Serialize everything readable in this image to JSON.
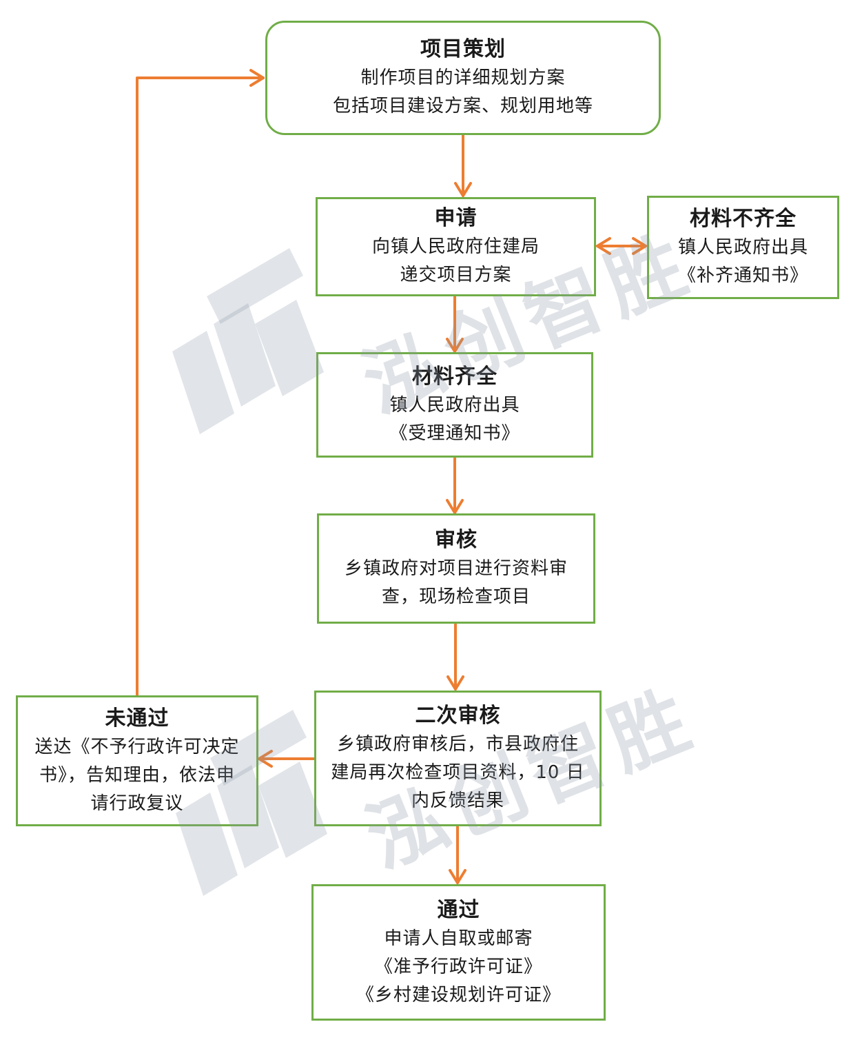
{
  "nodes": {
    "planning": {
      "title": "项目策划",
      "lines": [
        "制作项目的详细规划方案",
        "包括项目建设方案、规划用地等"
      ]
    },
    "apply": {
      "title": "申请",
      "lines": [
        "向镇人民政府住建局",
        "递交项目方案"
      ]
    },
    "incomplete": {
      "title": "材料不齐全",
      "lines": [
        "镇人民政府出具",
        "《补齐通知书》"
      ]
    },
    "complete": {
      "title": "材料齐全",
      "lines": [
        "镇人民政府出具",
        "《受理通知书》"
      ]
    },
    "review": {
      "title": "审核",
      "lines": [
        "乡镇政府对项目进行资料审",
        "查，现场检查项目"
      ]
    },
    "second_review": {
      "title": "二次审核",
      "lines": [
        "乡镇政府审核后，市县政府住",
        "建局再次检查项目资料，10 日",
        "内反馈结果"
      ]
    },
    "rejected": {
      "title": "未通过",
      "lines": [
        "送达《不予行政许可决定",
        "书》，告知理由，依法申",
        "请行政复议"
      ]
    },
    "approved": {
      "title": "通过",
      "lines": [
        "申请人自取或邮寄",
        "《准予行政许可证》",
        "《乡村建设规划许可证》"
      ]
    }
  },
  "watermark": {
    "text": "泓创智胜"
  },
  "colors": {
    "box_border": "#70ad47",
    "arrow": "#ed7d31",
    "watermark": "#8c96a5"
  }
}
